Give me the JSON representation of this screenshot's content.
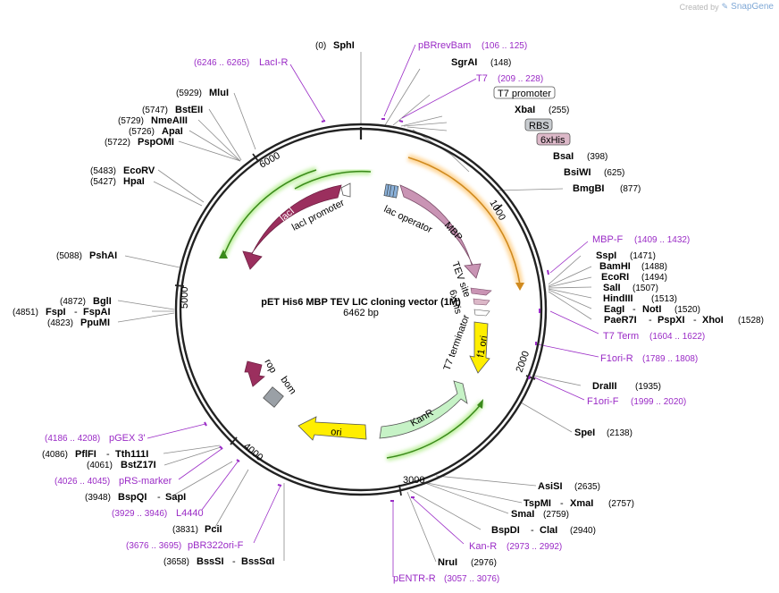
{
  "credit": {
    "prefix": "Created by",
    "brand": "SnapGene"
  },
  "title": "pET His6 MBP TEV LIC cloning vector (1M)",
  "size": "6462 bp",
  "ticks": [
    "1000",
    "2000",
    "3000",
    "4000",
    "5000",
    "6000"
  ],
  "enzymes": {
    "sphi": {
      "name": "SphI",
      "pos": "(0)"
    },
    "sgrai": {
      "name": "SgrAI",
      "pos": "(148)"
    },
    "xbai": {
      "name": "XbaI",
      "pos": "(255)"
    },
    "bsai": {
      "name": "BsaI",
      "pos": "(398)"
    },
    "bsiwi": {
      "name": "BsiWI",
      "pos": "(625)"
    },
    "bmgbi": {
      "name": "BmgBI",
      "pos": "(877)"
    },
    "sspi": {
      "name": "SspI",
      "pos": "(1471)"
    },
    "bamhi": {
      "name": "BamHI",
      "pos": "(1488)"
    },
    "ecori": {
      "name": "EcoRI",
      "pos": "(1494)"
    },
    "sali": {
      "name": "SalI",
      "pos": "(1507)"
    },
    "hindiii": {
      "name": "HindIII",
      "pos": "(1513)"
    },
    "eagi": {
      "name": "EagI",
      "sep": "-",
      "name2": "NotI",
      "pos": "(1520)"
    },
    "paer7i": {
      "name": "PaeR7I",
      "sep": "-",
      "name2": "PspXI",
      "sep2": "-",
      "name3": "XhoI",
      "pos": "(1528)"
    },
    "draiii": {
      "name": "DraIII",
      "pos": "(1935)"
    },
    "spei": {
      "name": "SpeI",
      "pos": "(2138)"
    },
    "asisi": {
      "name": "AsiSI",
      "pos": "(2635)"
    },
    "tspmi": {
      "name": "TspMI",
      "sep": "-",
      "name2": "XmaI",
      "pos": "(2757)"
    },
    "smai": {
      "name": "SmaI",
      "pos": "(2759)"
    },
    "bspdi": {
      "name": "BspDI",
      "sep": "-",
      "name2": "ClaI",
      "pos": "(2940)"
    },
    "nrui": {
      "name": "NruI",
      "pos": "(2976)"
    },
    "bsssi": {
      "name": "BssSI",
      "sep": "-",
      "name2": "BssSαI",
      "pos": "(3658)"
    },
    "pcii": {
      "name": "PciI",
      "pos": "(3831)"
    },
    "bspqi": {
      "name": "BspQI",
      "sep": "-",
      "name2": "SapI",
      "pos": "(3948)"
    },
    "bstz17i": {
      "name": "BstZ17I",
      "pos": "(4061)"
    },
    "pflfi": {
      "name": "PflFI",
      "sep": "-",
      "name2": "Tth111I",
      "pos": "(4086)"
    },
    "ppumi": {
      "name": "PpuMI",
      "pos": "(4823)"
    },
    "fspi": {
      "name": "FspI",
      "sep": "-",
      "name2": "FspAI",
      "pos": "(4851)"
    },
    "bgli": {
      "name": "BglI",
      "pos": "(4872)"
    },
    "pshai": {
      "name": "PshAI",
      "pos": "(5088)"
    },
    "hpai": {
      "name": "HpaI",
      "pos": "(5427)"
    },
    "ecorv": {
      "name": "EcoRV",
      "pos": "(5483)"
    },
    "pspomi": {
      "name": "PspOMI",
      "pos": "(5722)"
    },
    "apai": {
      "name": "ApaI",
      "pos": "(5726)"
    },
    "nmeaiii": {
      "name": "NmeAIII",
      "pos": "(5729)"
    },
    "bsteii": {
      "name": "BstEII",
      "pos": "(5747)"
    },
    "mlui": {
      "name": "MluI",
      "pos": "(5929)"
    }
  },
  "primers": {
    "pbrrevbam": {
      "name": "pBRrevBam",
      "range": "(106 .. 125)"
    },
    "t7": {
      "name": "T7",
      "range": "(209 .. 228)"
    },
    "laci_r": {
      "name": "LacI-R",
      "range": "(6246 .. 6265)"
    },
    "mbp_f": {
      "name": "MBP-F",
      "range": "(1409 .. 1432)"
    },
    "t7term": {
      "name": "T7 Term",
      "range": "(1604 .. 1622)"
    },
    "f1ori_r": {
      "name": "F1ori-R",
      "range": "(1789 .. 1808)"
    },
    "f1ori_f": {
      "name": "F1ori-F",
      "range": "(1999 .. 2020)"
    },
    "kan_r": {
      "name": "Kan-R",
      "range": "(2973 .. 2992)"
    },
    "pentr_r": {
      "name": "pENTR-R",
      "range": "(3057 .. 3076)"
    },
    "pbr322ori_f": {
      "name": "pBR322ori-F",
      "range": "(3676 .. 3695)"
    },
    "l4440": {
      "name": "L4440",
      "range": "(3929 .. 3946)"
    },
    "prs_marker": {
      "name": "pRS-marker",
      "range": "(4026 .. 4045)"
    },
    "pgex3": {
      "name": "pGEX 3'",
      "range": "(4186 .. 4208)"
    }
  },
  "boxes": {
    "t7promoter": "T7 promoter",
    "rbs": "RBS",
    "his6": "6xHis"
  },
  "features": {
    "laci": "lacI",
    "laci_promoter": "lacI promoter",
    "lac_operator": "lac operator",
    "mbp": "MBP",
    "tev_site": "TEV site",
    "his6_inner": "6xHis",
    "t7_terminator": "T7 terminator",
    "f1_ori": "f1 ori",
    "kanr": "KanR",
    "ori": "ori",
    "rop": "rop",
    "bom": "bom"
  },
  "colors": {
    "backbone": "#222222",
    "laci": "#9b2f5e",
    "mbp": "#c994b4",
    "f1ori": "#ffee00",
    "kanr": "#c6f2c6",
    "ori": "#ffee00",
    "rop": "#9b2f5e",
    "bom": "#9aa0a6",
    "orf_green": "#3a8a1a",
    "orf_orange": "#d08a1e",
    "primer": "#9a2bc6",
    "rbs_box": "#c8ccd0",
    "his_box": "#dcb8c8"
  }
}
